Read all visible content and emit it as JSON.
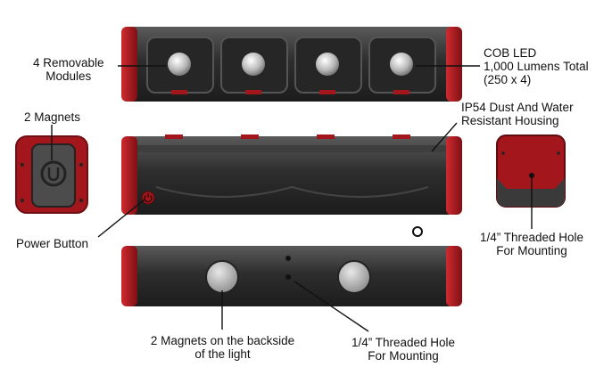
{
  "labels": {
    "modules": [
      "4 Removable",
      "Modules"
    ],
    "cob_led": [
      "COB LED",
      "1,000 Lumens Total",
      "(250 x 4)"
    ],
    "magnets_top": "2 Magnets",
    "ip54": [
      "IP54 Dust And Water",
      "Resistant Housing"
    ],
    "power_button": "Power Button",
    "threaded_hole_side": [
      "1/4” Threaded Hole",
      "For Mounting"
    ],
    "magnets_back": [
      "2 Magnets on the backside",
      "of the light"
    ],
    "threaded_hole_back": [
      "1/4” Threaded Hole",
      "For Mounting"
    ]
  },
  "colors": {
    "body": "#2b2b2b",
    "body_light": "#4a4a4a",
    "accent_red": "#a3171c",
    "lens": "#c9c9c9"
  },
  "icons": [
    "magnet-logo-icon",
    "power-icon"
  ]
}
